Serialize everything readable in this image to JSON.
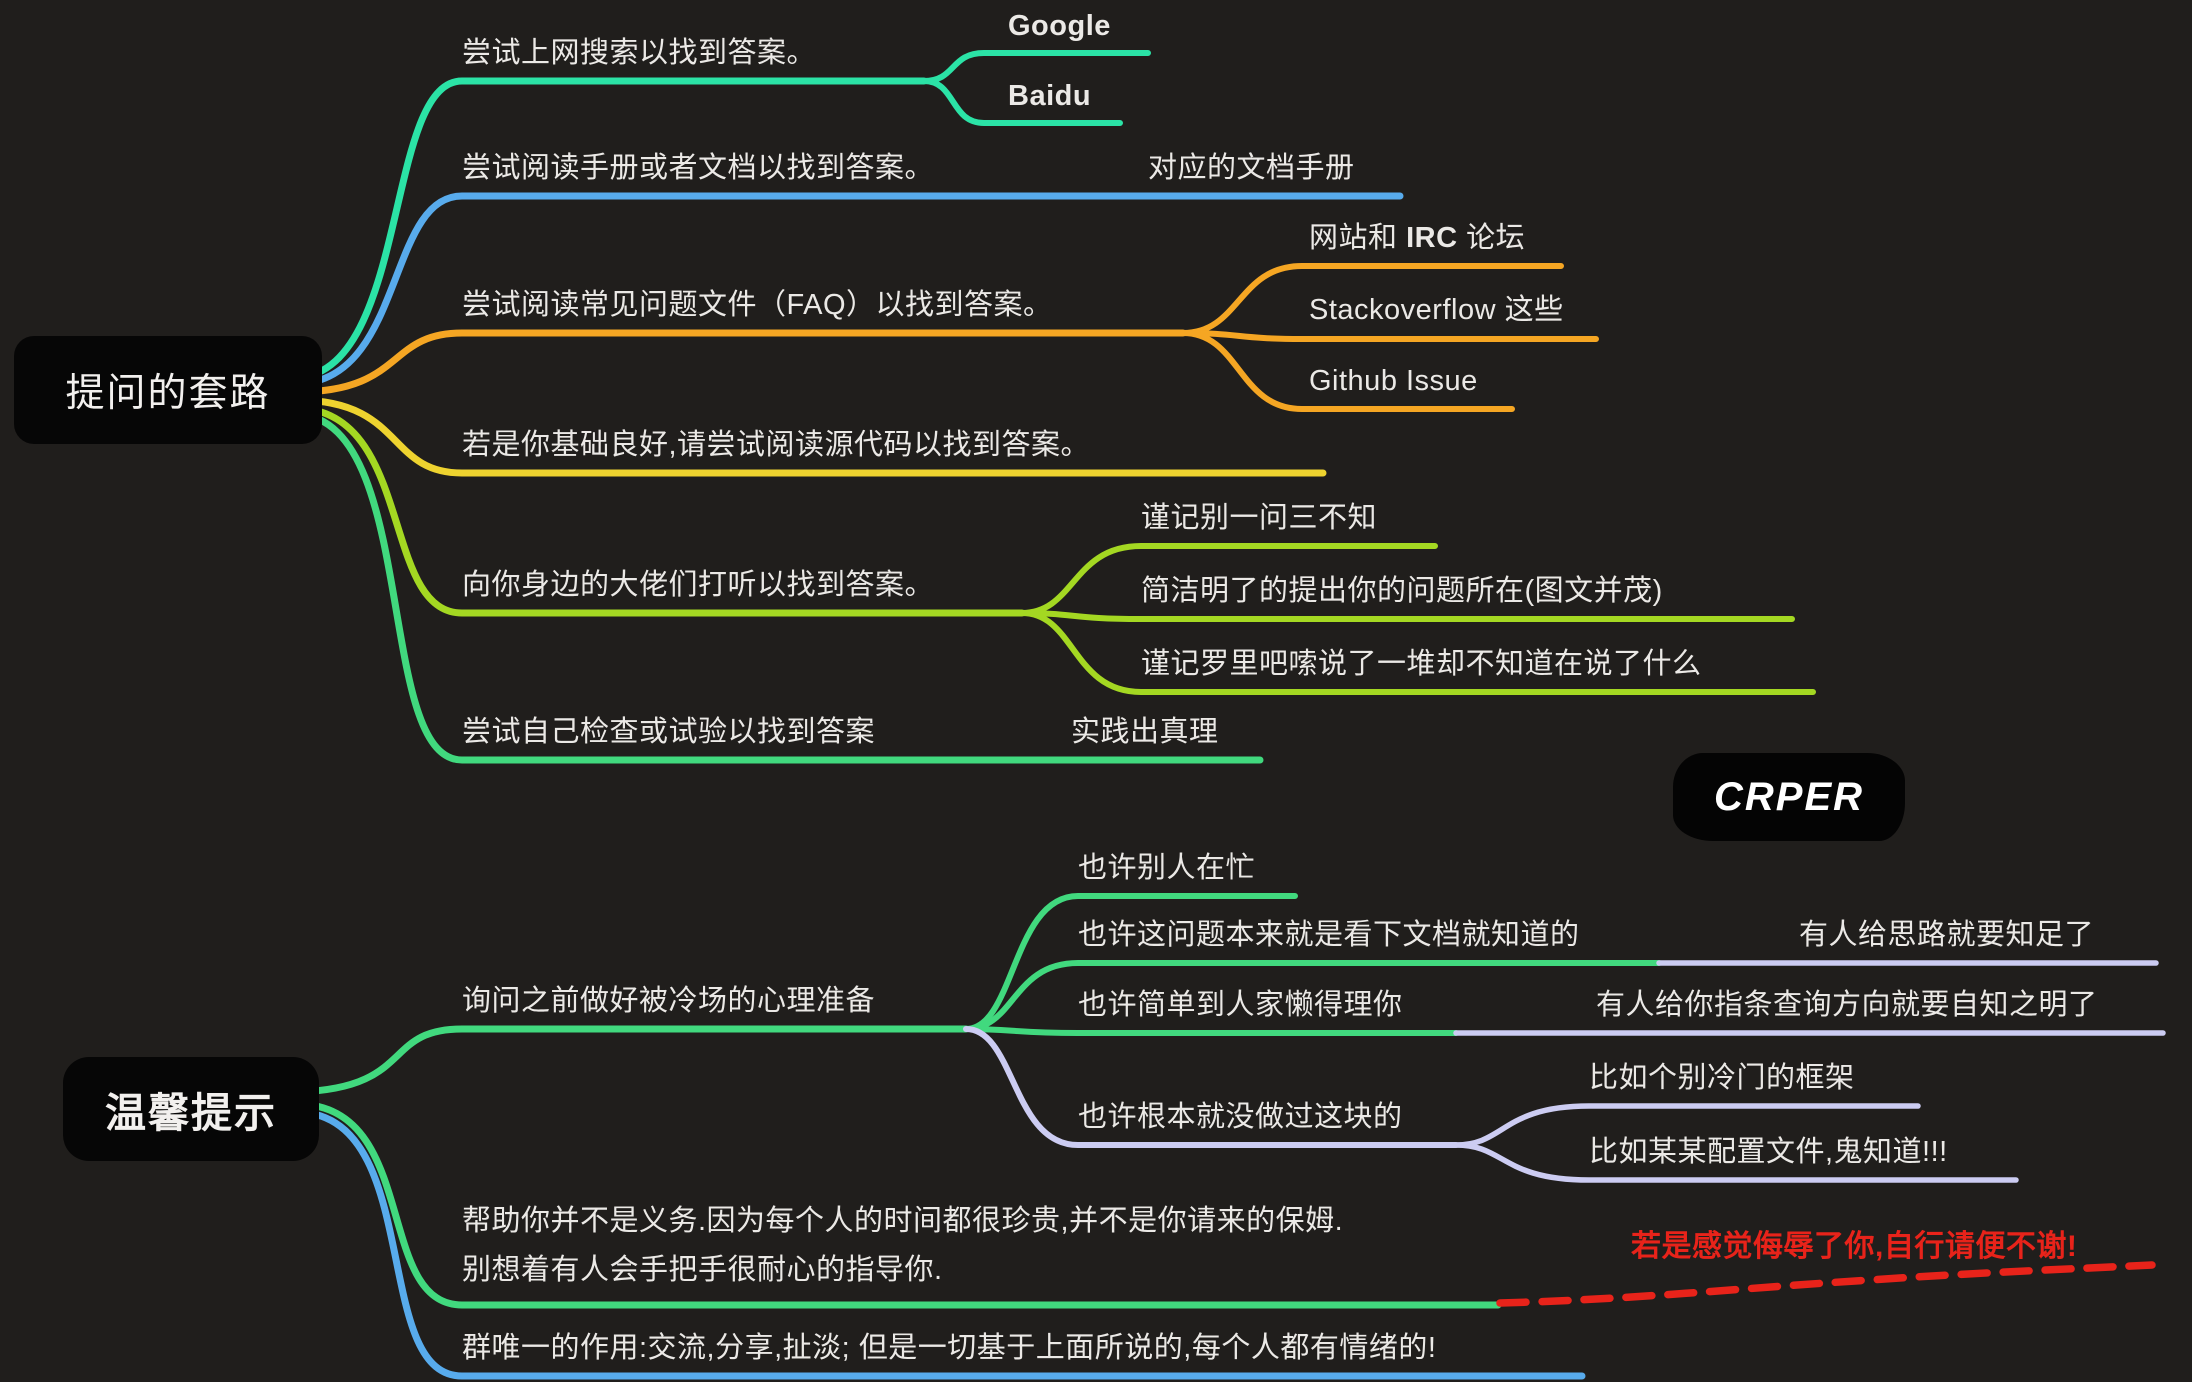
{
  "palette": {
    "bg": "#201e1c",
    "text": "#ebe9e6",
    "nodebg": "#060606",
    "nodetext": "#f2f0ee",
    "teal": "#2be3a6",
    "blue": "#58abec",
    "orange": "#f5a623",
    "yellow": "#eed32f",
    "lime": "#a4d822",
    "green": "#41d97e",
    "lav": "#ccccf2",
    "red": "#e8231a"
  },
  "watermark": "CRPER",
  "map": {
    "root_question": {
      "label": "提问的套路",
      "branches": [
        {
          "label": "尝试上网搜索以找到答案。",
          "children": [
            {
              "label": "Google"
            },
            {
              "label": "Baidu"
            }
          ]
        },
        {
          "label": "尝试阅读手册或者文档以找到答案。",
          "children": [
            {
              "label": "对应的文档手册"
            }
          ]
        },
        {
          "label": "尝试阅读常见问题文件（FAQ）以找到答案。",
          "children": [
            {
              "prefix": "网站和 ",
              "bold": "IRC",
              "suffix": " 论坛"
            },
            {
              "label": "Stackoverflow 这些"
            },
            {
              "label": "Github Issue"
            }
          ]
        },
        {
          "label": "若是你基础良好,请尝试阅读源代码以找到答案。"
        },
        {
          "label": "向你身边的大佬们打听以找到答案。",
          "children": [
            {
              "label": "谨记别一问三不知"
            },
            {
              "label": "简洁明了的提出你的问题所在(图文并茂)"
            },
            {
              "label": "谨记罗里吧嗦说了一堆却不知道在说了什么"
            }
          ]
        },
        {
          "label": "尝试自己检查或试验以找到答案",
          "children": [
            {
              "label": "实践出真理"
            }
          ]
        }
      ]
    },
    "root_tips": {
      "label": "温馨提示",
      "branches": [
        {
          "label": "询问之前做好被冷场的心理准备",
          "children": [
            {
              "label": "也许别人在忙"
            },
            {
              "label": "也许这问题本来就是看下文档就知道的",
              "children": [
                {
                  "label": "有人给思路就要知足了"
                }
              ]
            },
            {
              "label": "也许简单到人家懒得理你",
              "children": [
                {
                  "label": "有人给你指条查询方向就要自知之明了"
                }
              ]
            },
            {
              "label": "也许根本就没做过这块的",
              "children": [
                {
                  "label": "比如个别冷门的框架"
                },
                {
                  "label": "比如某某配置文件,鬼知道!!!"
                }
              ]
            }
          ]
        },
        {
          "line1": "帮助你并不是义务.因为每个人的时间都很珍贵,并不是你请来的保姆.",
          "line2": "别想着有人会手把手很耐心的指导你.",
          "warning": "若是感觉侮辱了你,自行请便不谢!"
        },
        {
          "label": "群唯一的作用:交流,分享,扯淡; 但是一切基于上面所说的,每个人都有情绪的!"
        }
      ]
    }
  }
}
